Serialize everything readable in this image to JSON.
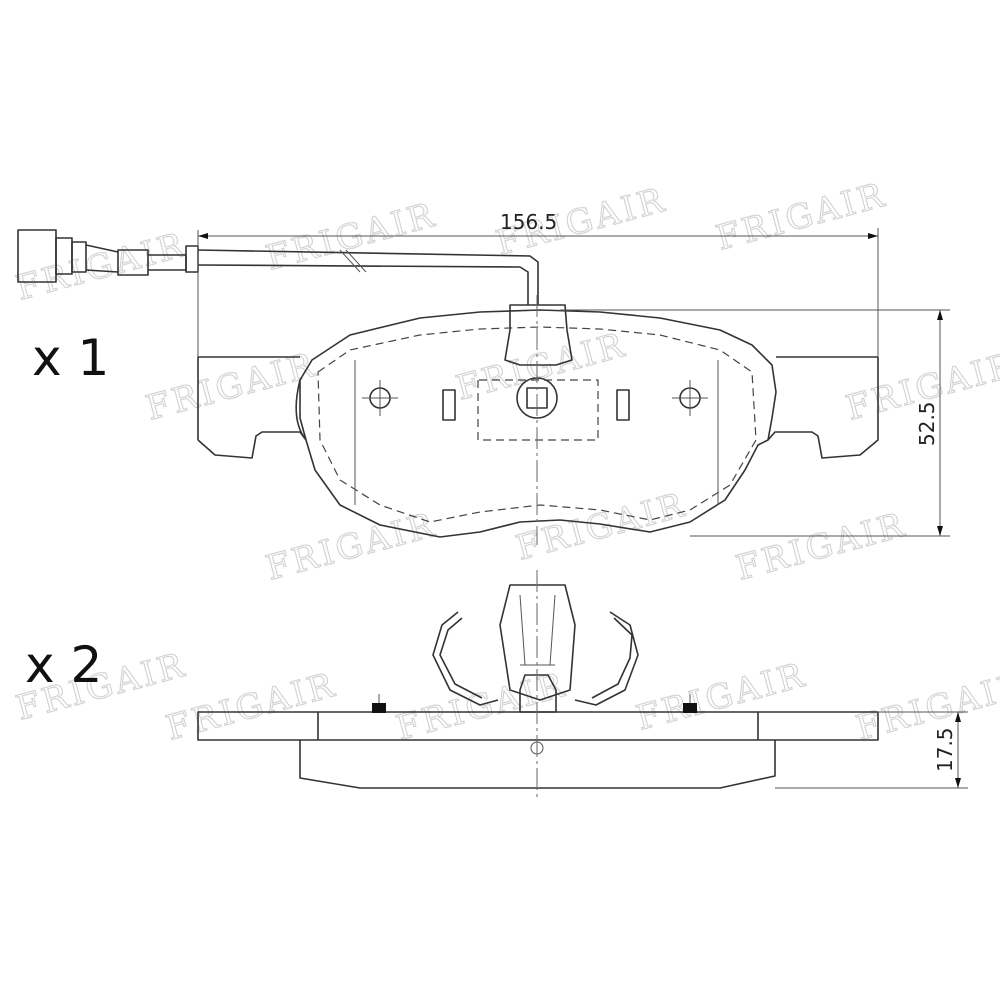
{
  "watermark": {
    "text": "FRIGAIR"
  },
  "quantities": {
    "top_pad": "x 1",
    "bottom_pad": "x 2"
  },
  "dimensions": {
    "width": "156.5",
    "height": "52.5",
    "thickness": "17.5"
  }
}
